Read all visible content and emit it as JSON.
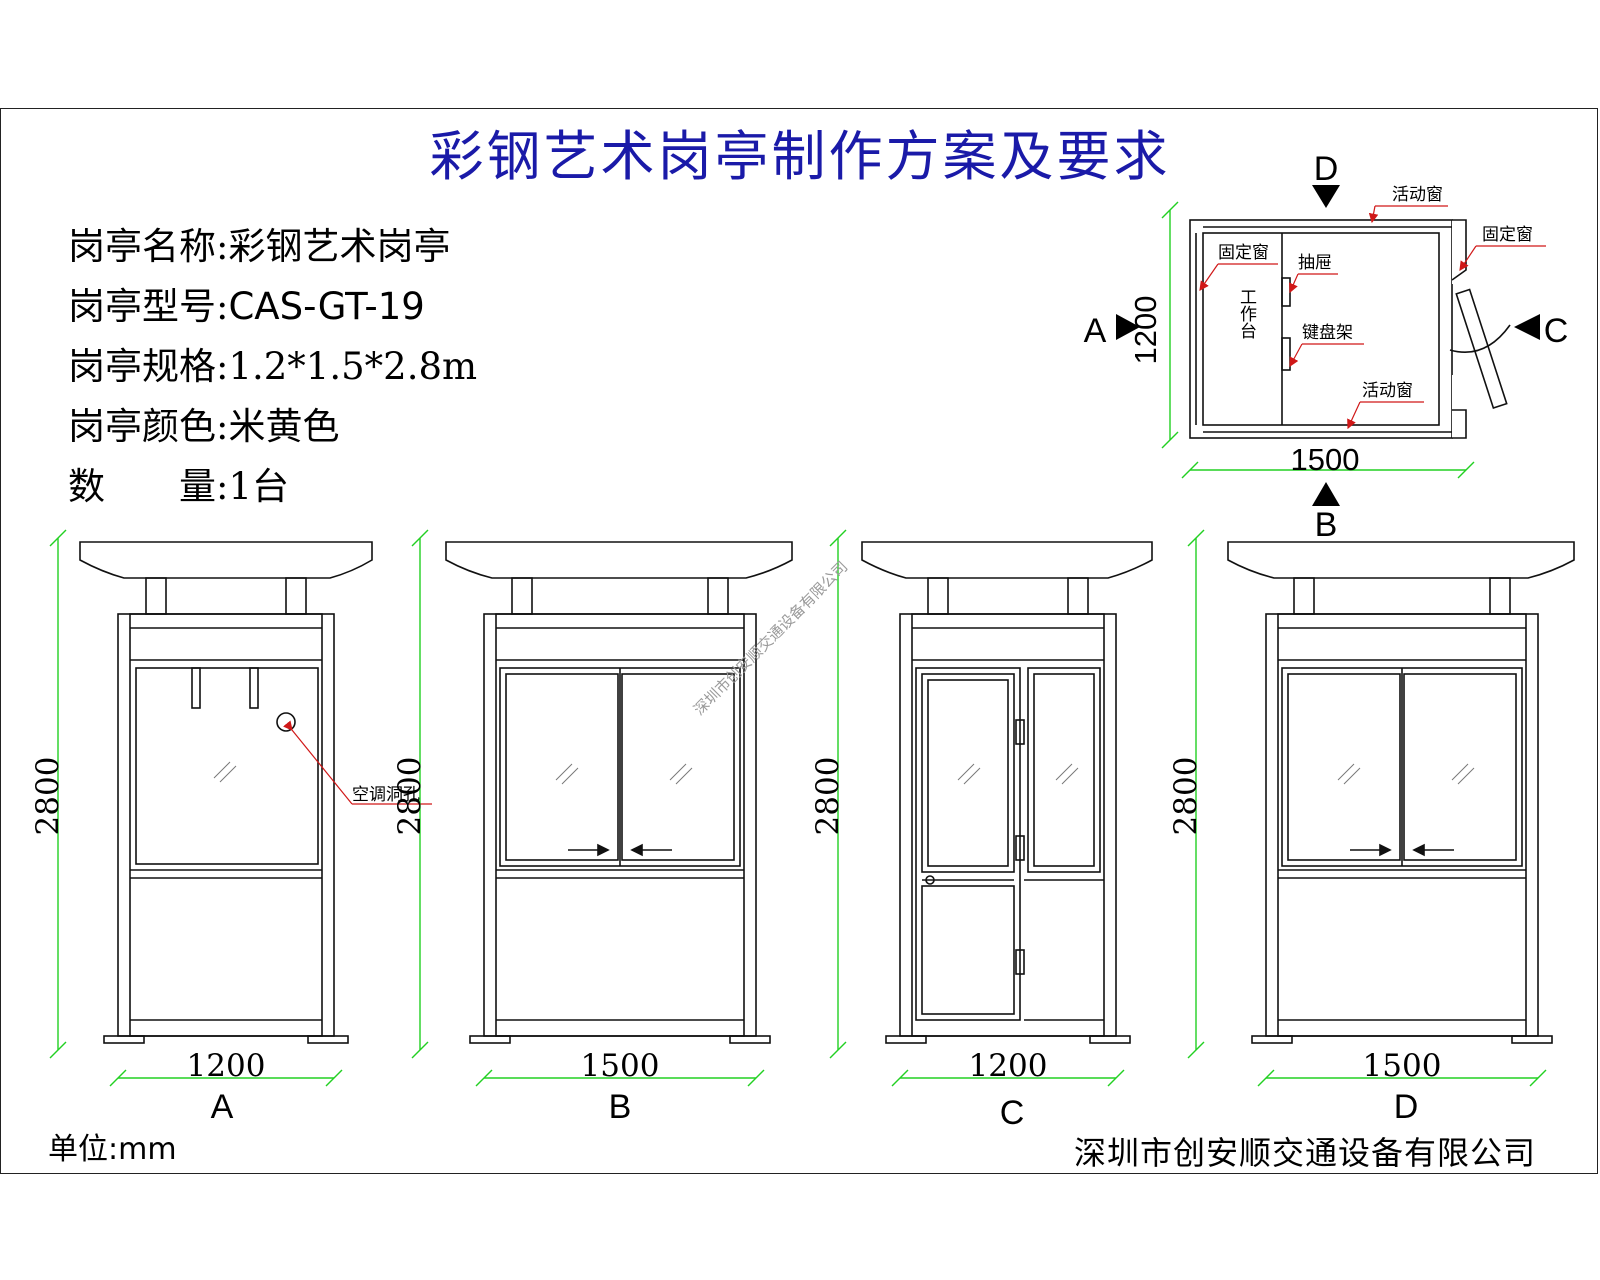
{
  "title": "彩钢艺术岗亭制作方案及要求",
  "specs": [
    {
      "label": "岗亭名称:",
      "value": "彩钢艺术岗亭"
    },
    {
      "label": "岗亭型号:",
      "value": "CAS-GT-19"
    },
    {
      "label": "岗亭规格:",
      "value": "1.2*1.5*2.8m"
    },
    {
      "label": "岗亭颜色:",
      "value": "米黄色"
    },
    {
      "label": "数　　量:",
      "value": "1台"
    }
  ],
  "plan": {
    "dir_top": "D",
    "dir_left": "A",
    "dir_right": "C",
    "dir_bottom": "B",
    "width_label": "1500",
    "depth_label": "1200",
    "notes": {
      "movable_window_top": "活动窗",
      "fixed_window_right": "固定窗",
      "fixed_window_left": "固定窗",
      "drawer": "抽屉",
      "workbench": "工作台",
      "keyboard_tray": "键盘架",
      "movable_window_bottom": "活动窗"
    }
  },
  "elevations": {
    "height_label": "2800",
    "view_a": {
      "letter": "A",
      "width": "1200",
      "note": "空调洞孔"
    },
    "view_b": {
      "letter": "B",
      "width": "1500"
    },
    "view_c": {
      "letter": "C",
      "width": "1200"
    },
    "view_d": {
      "letter": "D",
      "width": "1500"
    }
  },
  "watermark": "深圳市创安顺交通设备有限公司",
  "unit": "单位:mm",
  "company": "深圳市创安顺交通设备有限公司",
  "colors": {
    "title": "#1a1aa8",
    "dimension": "#22d022",
    "leader": "#d01818",
    "line": "#111111"
  }
}
